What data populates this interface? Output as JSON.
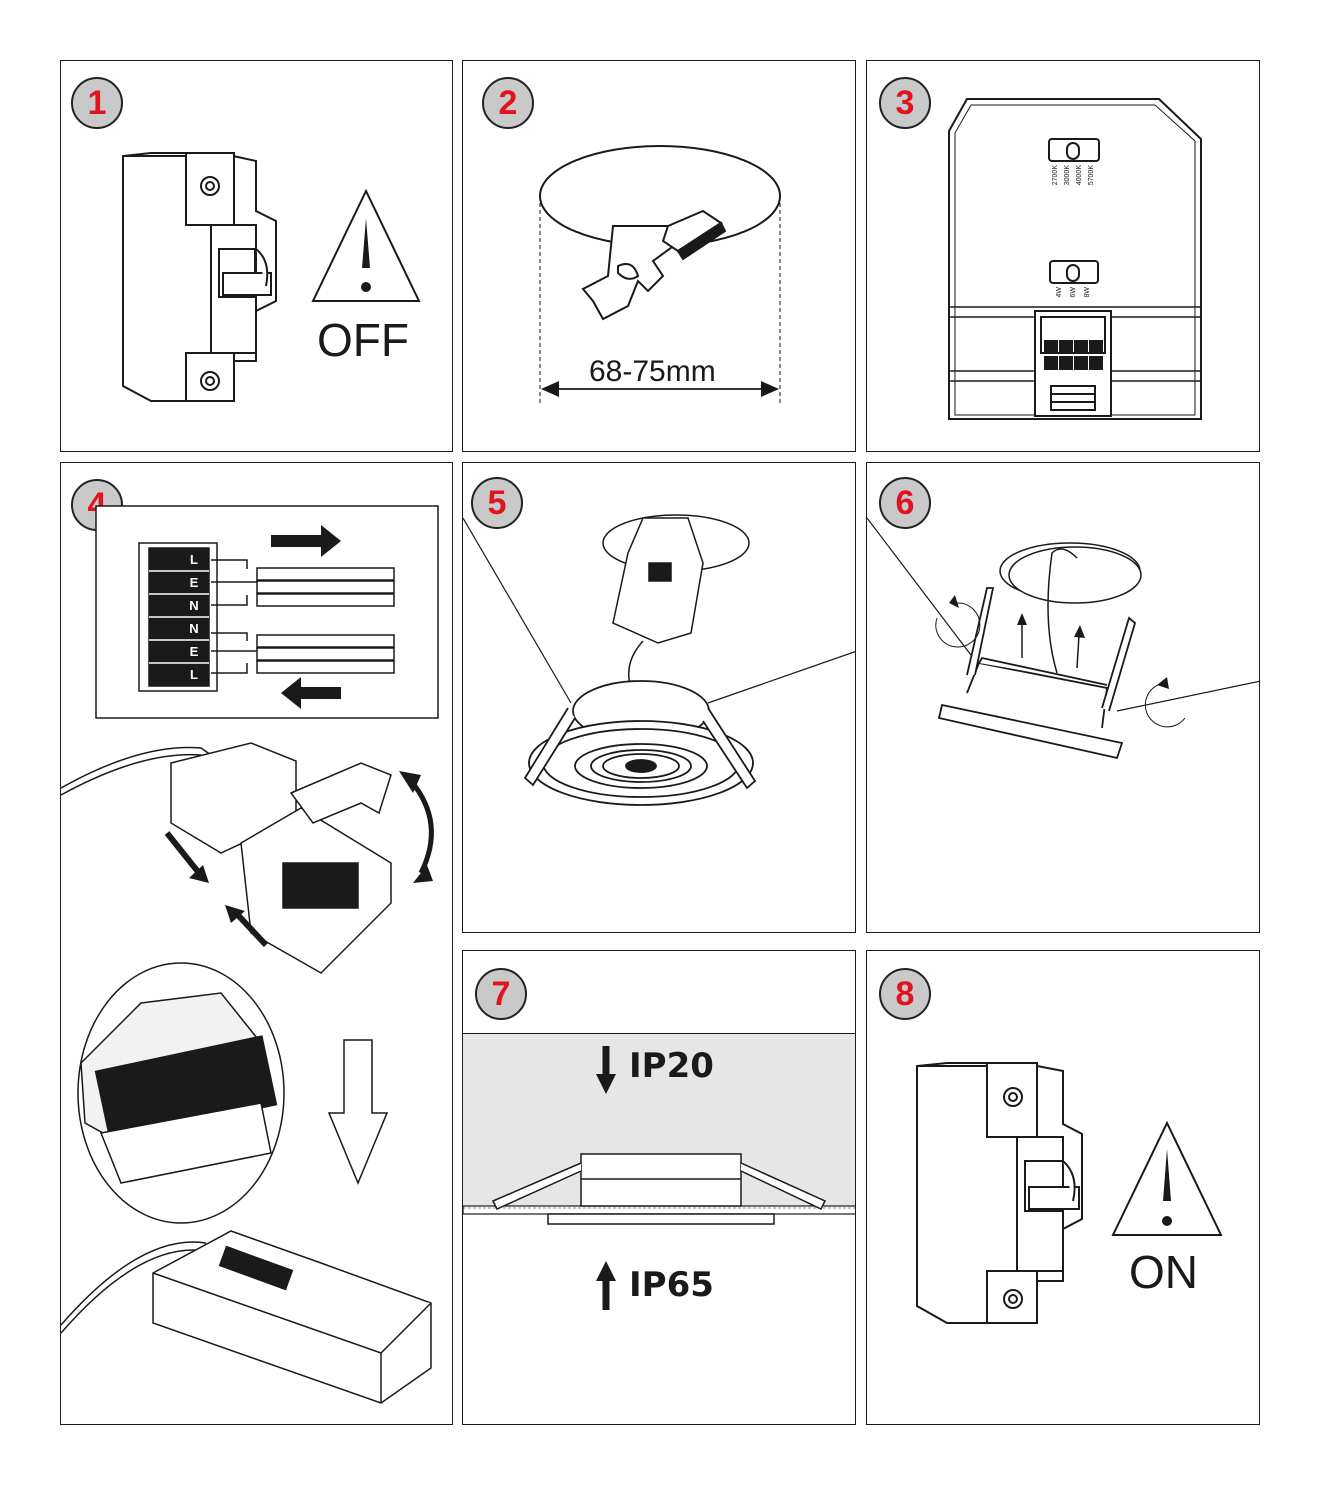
{
  "steps": [
    {
      "number": "1",
      "caption": "OFF"
    },
    {
      "number": "2",
      "caption": "68-75mm"
    },
    {
      "number": "3",
      "cct_labels": [
        "2700K",
        "3000K",
        "4000K",
        "5700K"
      ],
      "power_labels": [
        "4W",
        "6W",
        "8W"
      ]
    },
    {
      "number": "4",
      "terminal_letters": [
        "L",
        "E",
        "N",
        "N",
        "E",
        "L"
      ]
    },
    {
      "number": "5"
    },
    {
      "number": "6"
    },
    {
      "number": "7",
      "top_label": "IP20",
      "bottom_label": "IP65"
    },
    {
      "number": "8",
      "caption": "ON"
    }
  ],
  "colors": {
    "badge_fill": "#c9c9c9",
    "badge_number": "#e0141e",
    "ceiling_shade": "#e6e6e6",
    "line": "#1a1a1a"
  }
}
